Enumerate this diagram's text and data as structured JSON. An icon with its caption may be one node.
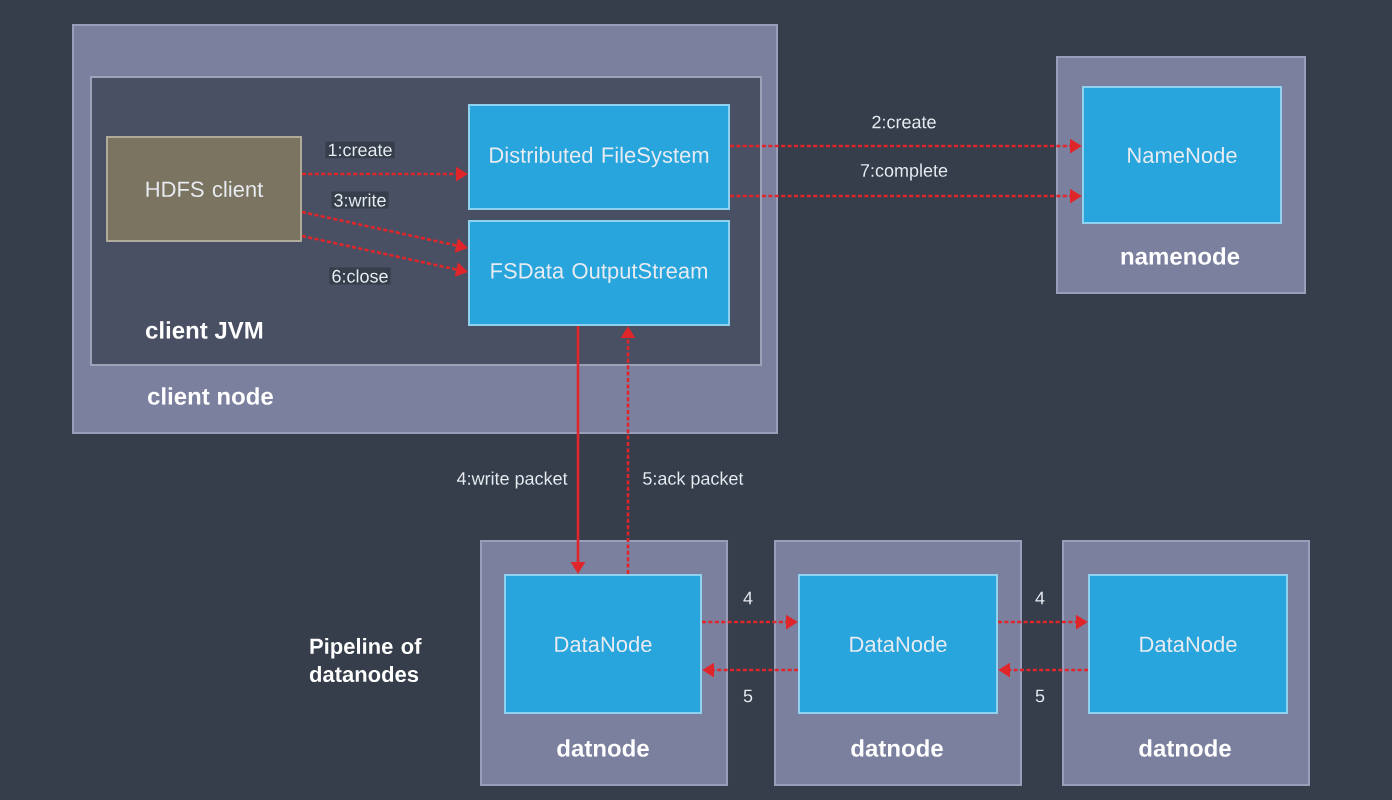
{
  "diagram": {
    "nodes": [
      {
        "text": [
          "client node"
        ]
      },
      {
        "text": [
          "client JVM"
        ],
        "in": 0
      },
      {
        "text": [
          "HDFS client"
        ],
        "in": 1
      },
      {
        "text": [
          "Distributed FileSystem"
        ],
        "in": 1
      },
      {
        "text": [
          "FSData OutputStream"
        ],
        "in": 1
      },
      {
        "text": [
          "namenode"
        ]
      },
      {
        "text": [
          "NameNode"
        ],
        "in": 5
      },
      {
        "text": [
          "datnode"
        ]
      },
      {
        "text": [
          "DataNode"
        ],
        "in": 7
      },
      {
        "text": [
          "datnode"
        ]
      },
      {
        "text": [
          "DataNode"
        ],
        "in": 9
      },
      {
        "text": [
          "datnode"
        ]
      },
      {
        "text": [
          "DataNode"
        ],
        "in": 11
      }
    ],
    "edges": [
      {
        "from": 2,
        "to": 3,
        "arrow": "to",
        "label": "1:create",
        "style": "dashed"
      },
      {
        "from": 2,
        "to": 4,
        "arrow": "to",
        "label": "3:write",
        "style": "dashed"
      },
      {
        "from": 2,
        "to": 4,
        "arrow": "to",
        "label": "6:close",
        "style": "dashed"
      },
      {
        "from": 3,
        "to": 6,
        "arrow": "to",
        "label": "2:create",
        "style": "dashed"
      },
      {
        "from": 3,
        "to": 6,
        "arrow": "to",
        "label": "7:complete",
        "style": "dashed"
      },
      {
        "from": 4,
        "to": 8,
        "arrow": "to",
        "label": "4:write packet"
      },
      {
        "from": 8,
        "to": 4,
        "arrow": "to",
        "label": "5:ack packet",
        "style": "dashed"
      },
      {
        "from": 8,
        "to": 10,
        "arrow": "to",
        "label": "4",
        "style": "dashed"
      },
      {
        "from": 10,
        "to": 8,
        "arrow": "to",
        "label": "5",
        "style": "dashed"
      },
      {
        "from": 10,
        "to": 12,
        "arrow": "to",
        "label": "4",
        "style": "dashed"
      },
      {
        "from": 12,
        "to": 10,
        "arrow": "to",
        "label": "5",
        "style": "dashed"
      }
    ],
    "labels": [
      "Pipeline of datanodes"
    ]
  }
}
